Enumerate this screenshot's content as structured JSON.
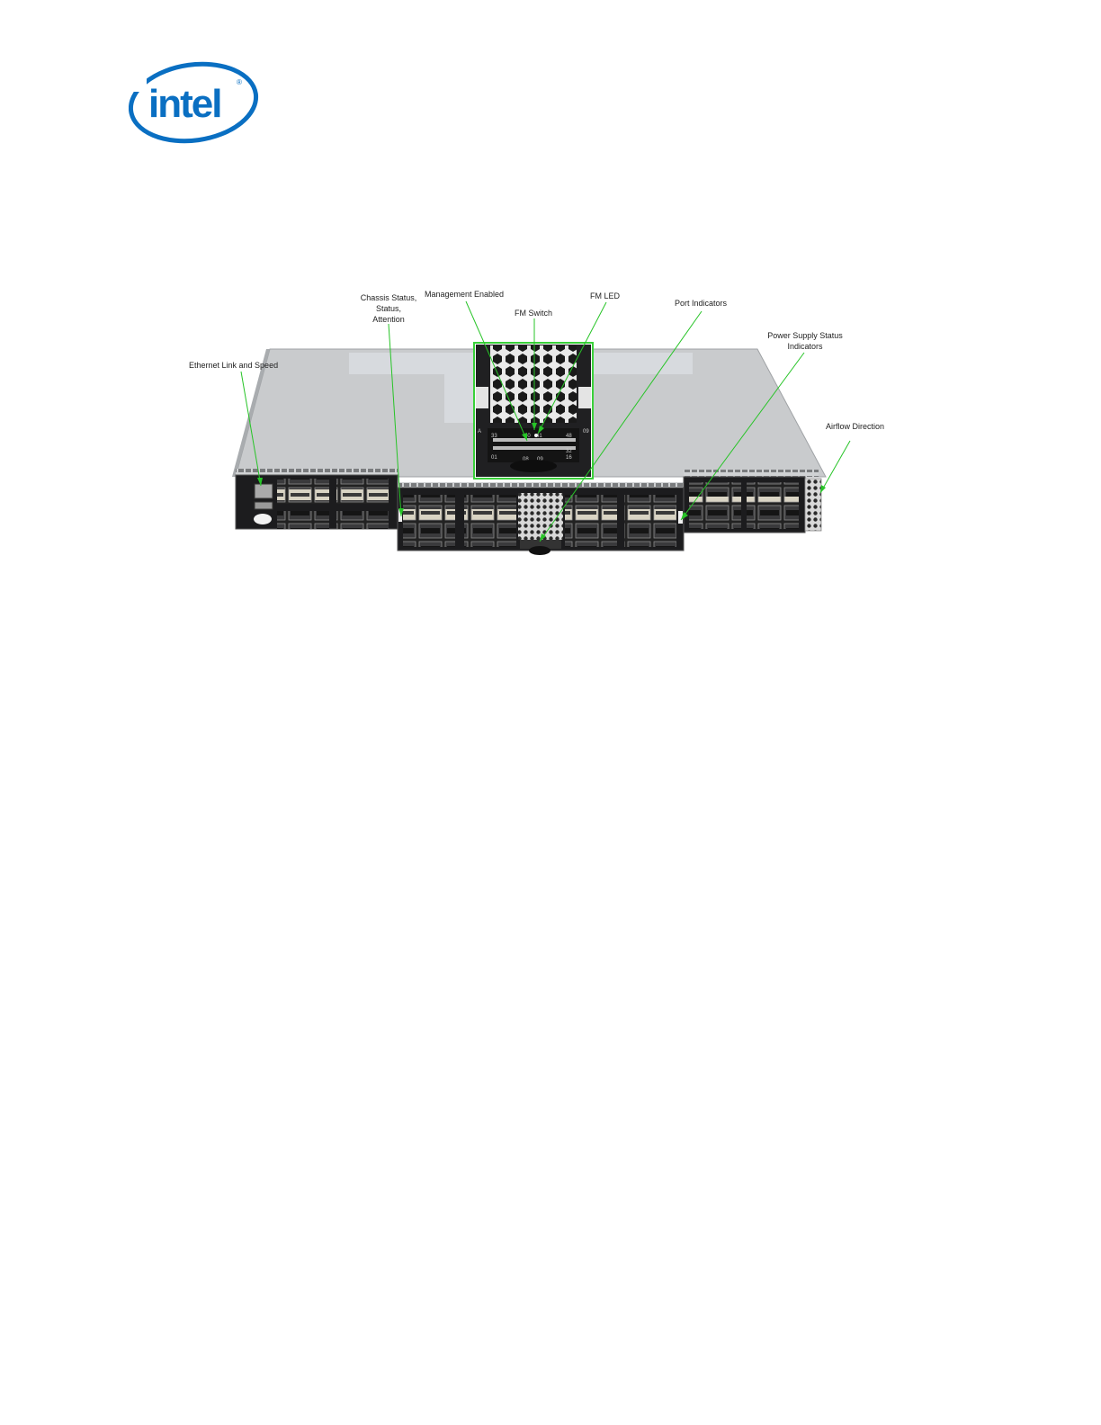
{
  "logo": {
    "text": "intel",
    "registered_mark": "®",
    "color": "#0a6fc2"
  },
  "callouts": [
    {
      "id": "ethernet",
      "lines": [
        "Ethernet Link and Speed"
      ]
    },
    {
      "id": "chassis",
      "lines": [
        "Chassis Status,",
        "Status,",
        "Attention"
      ]
    },
    {
      "id": "management",
      "lines": [
        "Management Enabled"
      ]
    },
    {
      "id": "fm-switch",
      "lines": [
        "FM Switch"
      ]
    },
    {
      "id": "fm-led",
      "lines": [
        "FM LED"
      ]
    },
    {
      "id": "port-indicators",
      "lines": [
        "Port Indicators"
      ]
    },
    {
      "id": "psu",
      "lines": [
        "Power Supply Status",
        "Indicators"
      ]
    },
    {
      "id": "airflow",
      "lines": [
        "Airflow Direction"
      ]
    }
  ],
  "inset_labels": {
    "top_left": "33",
    "top_mid": "40",
    "top_mid2": "41",
    "top_right": "48",
    "bottom_left": "01",
    "bottom_mid": "08",
    "bottom_mid2": "09",
    "bottom_right": "16",
    "side_left": "A",
    "side_right": "09",
    "mid_right": "32"
  },
  "colors": {
    "callout_line": "#27c427",
    "inset_border": "#3ad13a",
    "chassis_top": "#c9cbcd",
    "faceplate": "#1c1c1e"
  }
}
